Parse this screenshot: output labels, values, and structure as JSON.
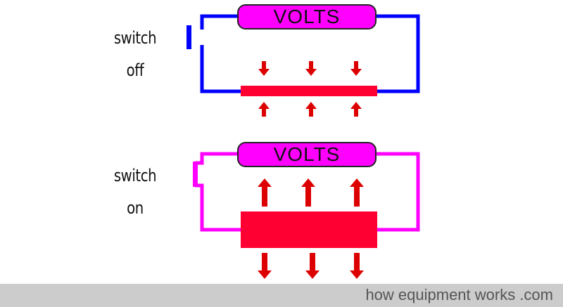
{
  "colors": {
    "off_wire": "#0000ff",
    "on_wire": "#ff00ff",
    "element": "#ff0033",
    "arrow": "#dd0000",
    "footer_bg": "#cccccc",
    "footer_text": "#555555"
  },
  "off_panel": {
    "label_line1": "switch",
    "label_line2": "off",
    "meter_label": "VOLTS"
  },
  "on_panel": {
    "label_line1": "switch",
    "label_line2": "on",
    "meter_label": "VOLTS"
  },
  "footer": {
    "credit": "how equipment works .com"
  }
}
